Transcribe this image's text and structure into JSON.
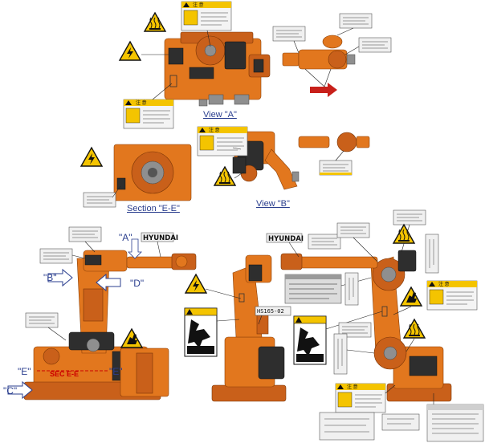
{
  "views": {
    "view_a": "View \"A\"",
    "view_b": "View \"B\"",
    "section_e": "Section \"E-E\""
  },
  "markers": {
    "a": "\"A\"",
    "b": "\"B\"",
    "c": "\"C\"",
    "d": "\"D\"",
    "e_left": "\"E\"",
    "e_right": "\"E\"",
    "ee": "SEC E-E"
  },
  "brand": "HYUNDAI",
  "model_code": "HS165-02",
  "warning_word": "注 意",
  "colors": {
    "robot_orange": "#e2771e",
    "warning_yellow": "#f4c400",
    "view_blue": "#2b3f8f",
    "arrow_red": "#c8201a"
  },
  "icons": {
    "hot_surface": "hot-surface-icon",
    "electric": "electric-shock-icon",
    "crush": "hand-crush-icon"
  }
}
